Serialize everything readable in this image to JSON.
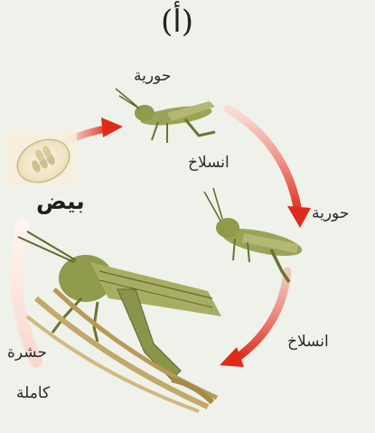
{
  "diagram": {
    "panel_label": "(أ)",
    "stages": {
      "nymph_1": "حورية",
      "molt_1": "انسلاخ",
      "nymph_2": "حورية",
      "molt_2": "انسلاخ",
      "eggs": "بيض",
      "adult_line1": "حشرة",
      "adult_line2": "كاملة"
    },
    "colors": {
      "arrow": "#e02a1c",
      "insect_body": "#9aa356",
      "insect_dark": "#5f6a2c",
      "background": "#eef2ea"
    }
  }
}
